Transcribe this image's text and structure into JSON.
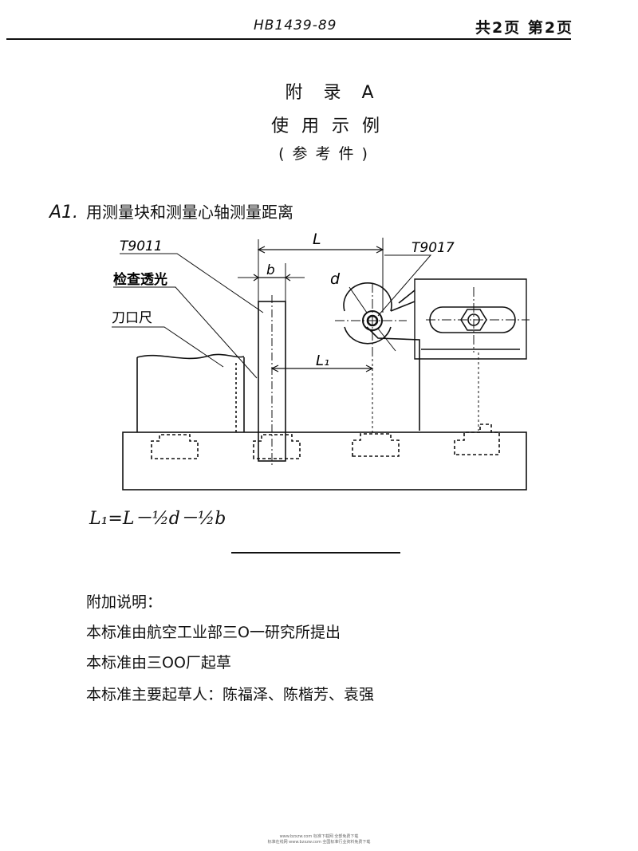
{
  "header": {
    "standard_code": "HB1439-89",
    "page_info": "共2页 第2页"
  },
  "titles": {
    "appendix": "附录A",
    "subtitle": "使用示例",
    "nature": "(参考件)"
  },
  "section": {
    "number": "A1.",
    "title": "用测量块和测量心轴测量距离"
  },
  "drawing": {
    "labels": {
      "gauge_block": "T9011",
      "mandrel": "T9017",
      "check_light": "检查透光",
      "knife_edge": "刀口尺",
      "dim_L": "L",
      "dim_L1": "L₁",
      "dim_b": "b",
      "dim_d": "d"
    },
    "formula": "L₁=L－½d－½b"
  },
  "notes": {
    "heading": "附加说明：",
    "line1": "本标准由航空工业部三O一研究所提出",
    "line2": "本标准由三OO厂起草",
    "line3": "本标准主要起草人：陈福泽、陈楷芳、袁强"
  },
  "footer": {
    "line1": "www.bzxzw.com 标准下载网 全部免费下载",
    "line2": "标准在线网 www.bzxzw.com 全国标准行业资料免费下载"
  }
}
